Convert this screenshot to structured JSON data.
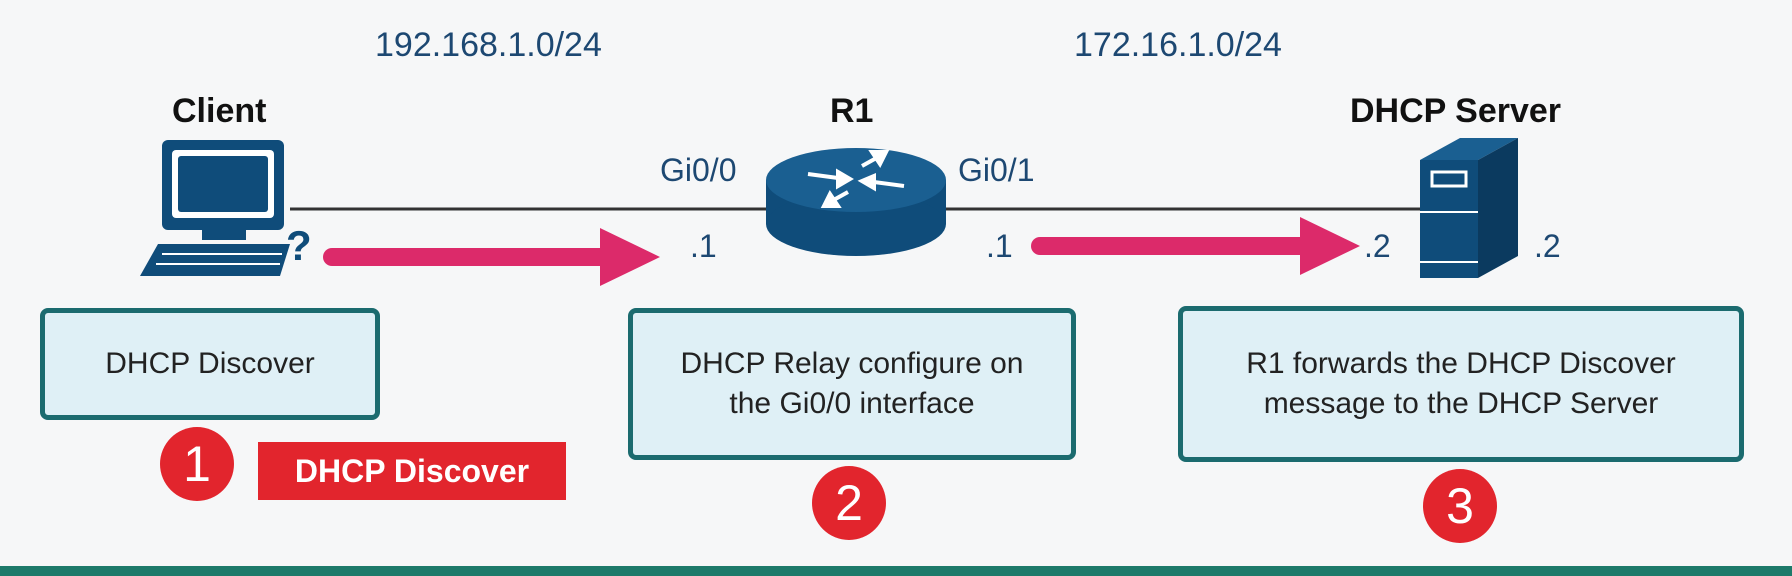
{
  "networks": {
    "left": "192.168.1.0/24",
    "right": "172.16.1.0/24"
  },
  "devices": {
    "client": {
      "label": "Client",
      "question_mark": "?"
    },
    "router": {
      "label": "R1",
      "left_interface": "Gi0/0",
      "right_interface": "Gi0/1",
      "left_ip": ".1",
      "right_ip": ".1"
    },
    "server": {
      "label": "DHCP Server",
      "left_ip": ".2",
      "right_ip": ".2"
    }
  },
  "steps": [
    {
      "number": "1",
      "text": "DHCP Discover"
    },
    {
      "number": "2",
      "text_line1": "DHCP Relay configure on",
      "text_line2": "the Gi0/0 interface"
    },
    {
      "number": "3",
      "text_line1": "R1 forwards the DHCP Discover",
      "text_line2": "message to the DHCP Server"
    }
  ],
  "message_tag": "DHCP Discover",
  "colors": {
    "device_blue": "#0f4c7a",
    "arrow_pink": "#dc2a6a",
    "step_red": "#e2252d",
    "box_border": "#1b6b6f",
    "box_fill": "#dff0f6"
  }
}
